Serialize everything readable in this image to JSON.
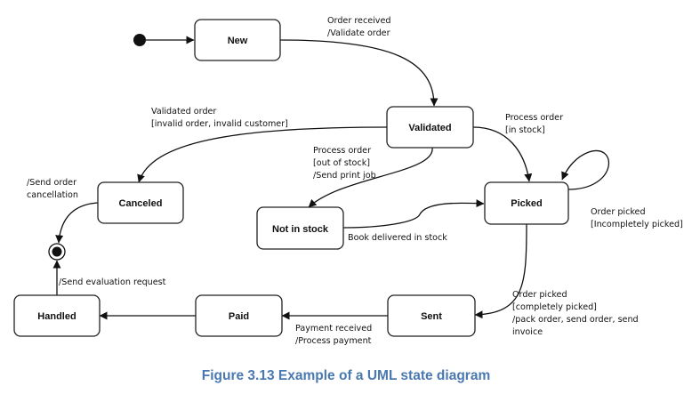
{
  "states": {
    "new": "New",
    "validated": "Validated",
    "canceled": "Canceled",
    "not_in_stock": "Not in stock",
    "picked": "Picked",
    "sent": "Sent",
    "paid": "Paid",
    "handled": "Handled"
  },
  "transitions": {
    "new_to_validated": [
      "Order received",
      "/Validate order"
    ],
    "validated_to_canceled": [
      "Validated order",
      "[invalid order, invalid customer]"
    ],
    "validated_to_not_in_stock": [
      "Process order",
      "[out of stock]",
      "/Send print job"
    ],
    "validated_to_picked": [
      "Process order",
      "[in stock]"
    ],
    "canceled_to_final": [
      "/Send order",
      "cancellation"
    ],
    "picked_self": [
      "Order picked",
      "[Incompletely picked]"
    ],
    "not_in_stock_to_picked": [
      "Book delivered in stock"
    ],
    "picked_to_sent": [
      "Order picked",
      "[completely picked]",
      "/pack order, send order, send",
      "invoice"
    ],
    "sent_to_paid": [
      "Payment received",
      "/Process payment"
    ],
    "handled_to_final": [
      "/Send evaluation request"
    ]
  },
  "caption": "Figure 3.13 Example of a UML state diagram",
  "colors": {
    "caption": "#4a78b0",
    "stroke": "#222222"
  }
}
